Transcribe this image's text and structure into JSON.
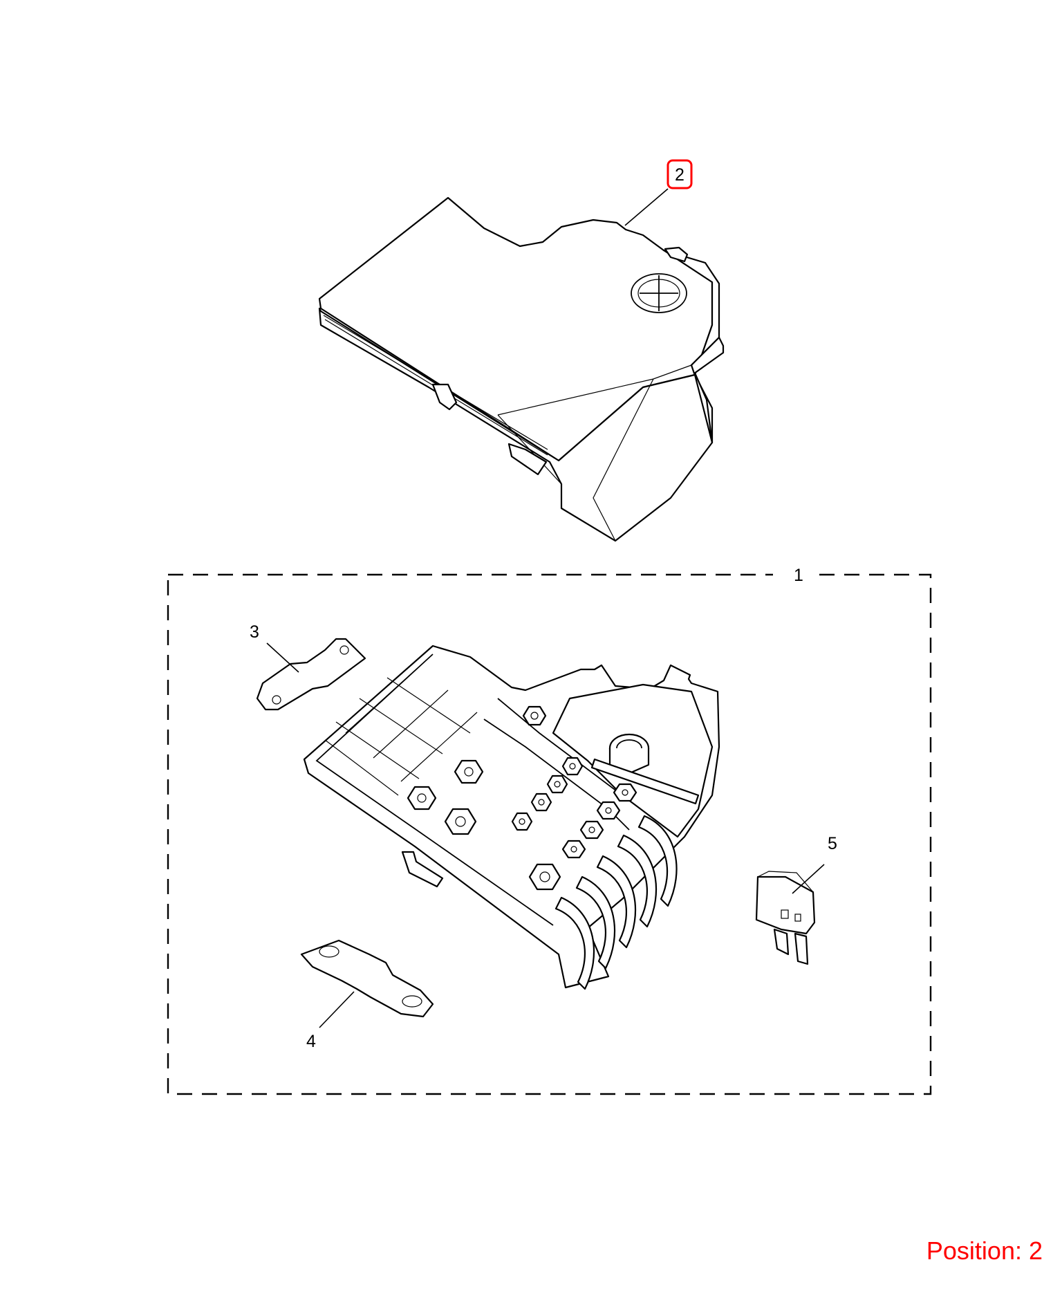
{
  "callouts": {
    "c1": "1",
    "c2": "2",
    "c3": "3",
    "c4": "4",
    "c5": "5"
  },
  "highlighted_callout": "2",
  "position_label": "Position: 2",
  "colors": {
    "highlight": "#ff0000",
    "line": "#000000",
    "background": "#ffffff"
  }
}
